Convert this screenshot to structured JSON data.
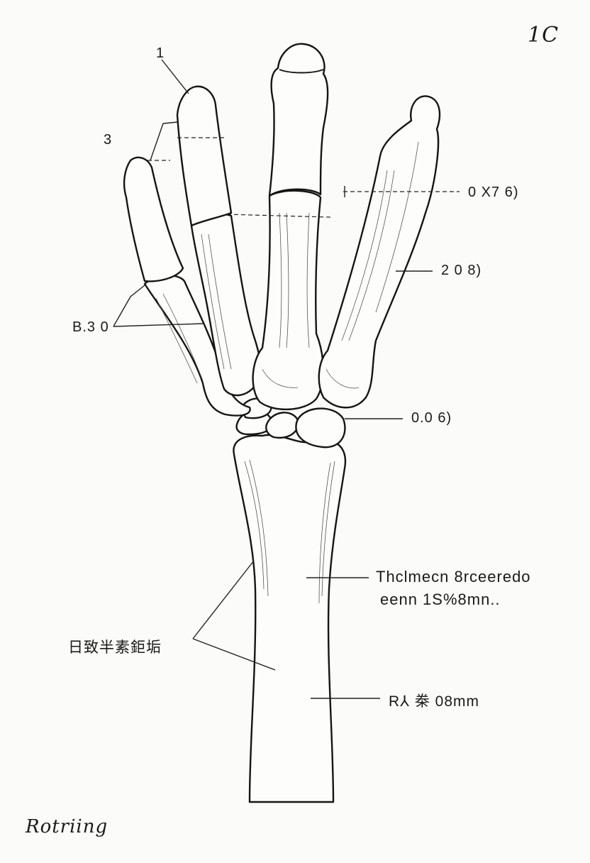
{
  "page_number": "1C",
  "labels": {
    "finger_tip": "1",
    "ring_finger": "3",
    "middle_measure": "0 X7 6)",
    "index_measure": "2 0 8)",
    "pinky_measure": "B.3 0",
    "wrist_measure": "0.0 6)",
    "shaft_line1": "Thclmecn 8rceeredo",
    "shaft_line2": "eenn 1S%8mn..",
    "cjk_left": "日致半素鉅垢",
    "radius_measure": "R⅄ 桊 08mm"
  },
  "signature": "Rotriing"
}
